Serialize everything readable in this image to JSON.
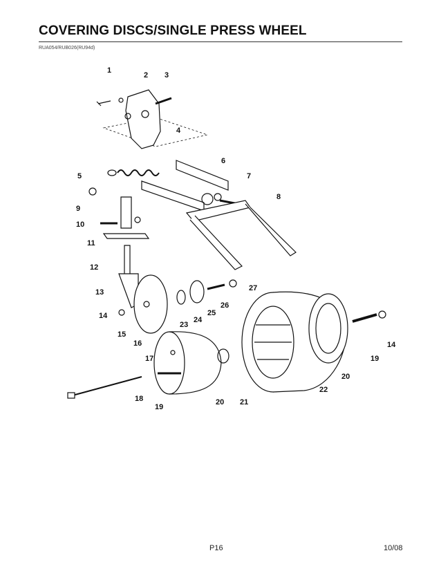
{
  "page": {
    "title": "COVERING DISCS/SINGLE PRESS WHEEL",
    "model": "RUA054/RUB026(RU94d)",
    "page_number": "P16",
    "date": "10/08"
  },
  "callouts": [
    "1",
    "2",
    "3",
    "4",
    "5",
    "6",
    "7",
    "8",
    "9",
    "10",
    "11",
    "12",
    "13",
    "14",
    "15",
    "16",
    "17",
    "18",
    "19",
    "20",
    "21",
    "22",
    "23",
    "24",
    "25",
    "26",
    "27",
    "14",
    "19",
    "20"
  ]
}
